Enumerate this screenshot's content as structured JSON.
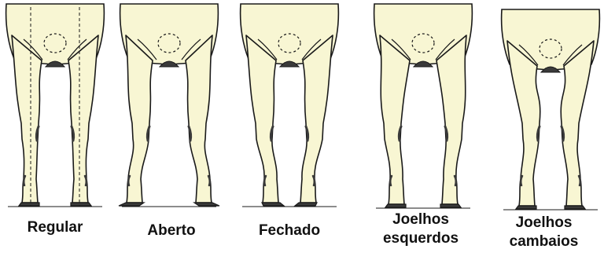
{
  "colors": {
    "fill": "#f8f6d3",
    "outline": "#1a1a1a",
    "shadow": "#3a3a3a",
    "background": "#ffffff"
  },
  "panels": [
    {
      "id": "regular",
      "caption": "Regular",
      "guides": "straight"
    },
    {
      "id": "aberto",
      "caption": "Aberto",
      "guides": "none"
    },
    {
      "id": "fechado",
      "caption": "Fechado",
      "guides": "none"
    },
    {
      "id": "joelhos-esquerdos",
      "caption": "Joelhos\nesquerdos",
      "guides": "none"
    },
    {
      "id": "joelhos-cambaios",
      "caption": "Joelhos\ncambaios",
      "guides": "none"
    }
  ]
}
